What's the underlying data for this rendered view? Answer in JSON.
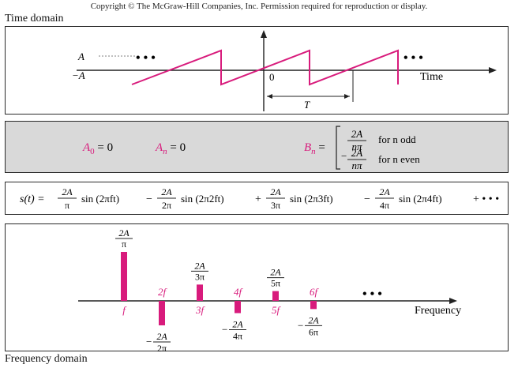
{
  "copyright": "Copyright © The McGraw-Hill Companies, Inc. Permission required for reproduction or display.",
  "time_domain": {
    "label": "Time domain",
    "y_plus": "A",
    "y_minus": "−A",
    "origin": "0",
    "x_axis": "Time",
    "period": "T",
    "ellipsis": "• • •"
  },
  "coefficients": {
    "a0": {
      "name": "A",
      "sub": "0",
      "rest": " = 0"
    },
    "an": {
      "name": "A",
      "sub": "n",
      "rest": " = 0"
    },
    "bn": {
      "name": "B",
      "sub": "n",
      "eq": " ="
    },
    "bn_case1": {
      "num": "2A",
      "den": "nπ",
      "cond": "for n odd"
    },
    "bn_case2": {
      "sign": "−",
      "num": "2A",
      "den": "nπ",
      "cond": "for n even"
    }
  },
  "series": {
    "lhs": "s(t) =",
    "terms": [
      {
        "sign": "",
        "num": "2A",
        "den": "π",
        "arg": "sin (2πft)"
      },
      {
        "sign": "−",
        "num": "2A",
        "den": "2π",
        "arg": "sin (2π2ft)"
      },
      {
        "sign": "+",
        "num": "2A",
        "den": "3π",
        "arg": "sin (2π3ft)"
      },
      {
        "sign": "−",
        "num": "2A",
        "den": "4π",
        "arg": "sin (2π4ft)"
      }
    ],
    "tail": "+ • • •"
  },
  "frequency_domain": {
    "label": "Frequency domain",
    "x_axis": "Frequency",
    "ellipsis": "• • •",
    "line_color": "#d81b7c",
    "harmonics": [
      {
        "freq": "f",
        "amp_num": "2A",
        "amp_den": "π",
        "sign": "",
        "value": 1.0
      },
      {
        "freq": "2f",
        "amp_num": "2A",
        "amp_den": "2π",
        "sign": "−",
        "value": -0.5
      },
      {
        "freq": "3f",
        "amp_num": "2A",
        "amp_den": "3π",
        "sign": "",
        "value": 0.3333
      },
      {
        "freq": "4f",
        "amp_num": "2A",
        "amp_den": "4π",
        "sign": "−",
        "value": -0.25
      },
      {
        "freq": "5f",
        "amp_num": "2A",
        "amp_den": "5π",
        "sign": "",
        "value": 0.2
      },
      {
        "freq": "6f",
        "amp_num": "2A",
        "amp_den": "6π",
        "sign": "−",
        "value": -0.1667
      }
    ]
  }
}
